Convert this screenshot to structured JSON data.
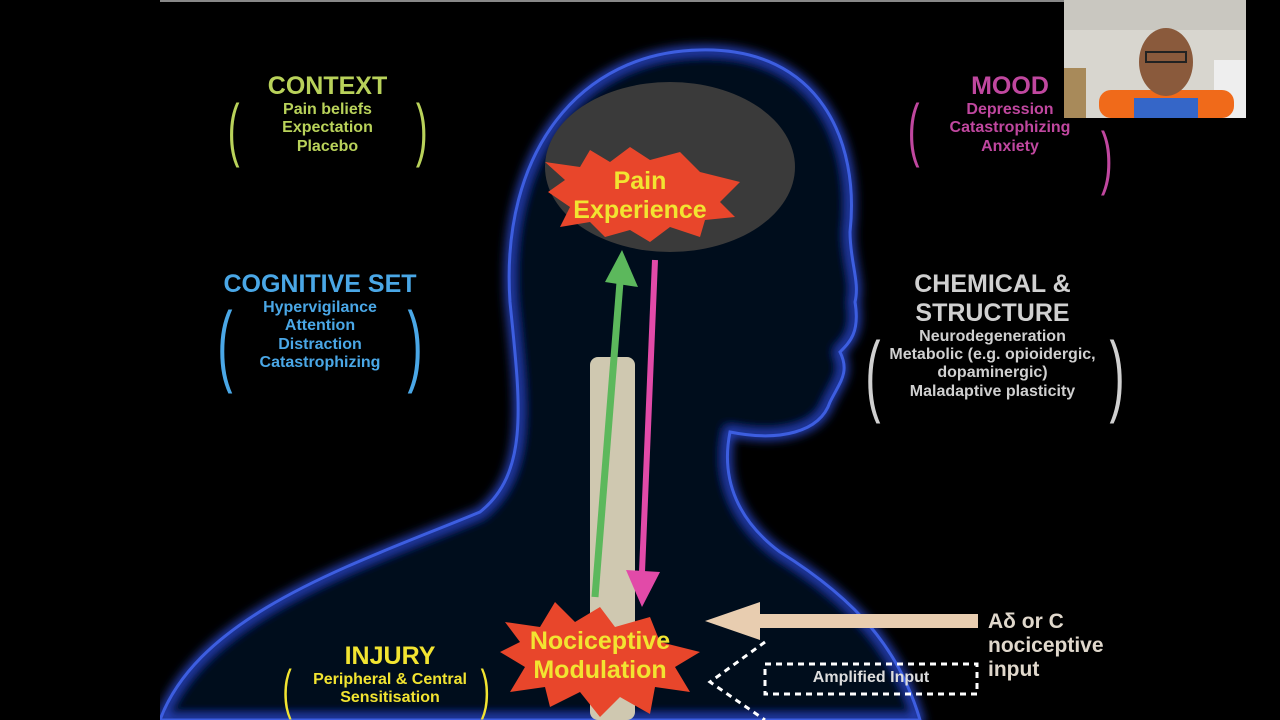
{
  "context": {
    "title": "CONTEXT",
    "items": [
      "Pain beliefs",
      "Expectation",
      "Placebo"
    ],
    "color": "#b9d25a"
  },
  "mood": {
    "title": "MOOD",
    "items": [
      "Depression",
      "Catastrophizing",
      "Anxiety"
    ],
    "color": "#c0479f"
  },
  "cognitive": {
    "title": "COGNITIVE SET",
    "items": [
      "Hypervigilance",
      "Attention",
      "Distraction",
      "Catastrophizing"
    ],
    "color": "#4aa7e6"
  },
  "chemical": {
    "title_line1": "CHEMICAL &",
    "title_line2": "STRUCTURE",
    "items": [
      "Neurodegeneration",
      "Metabolic (e.g. opioidergic,",
      "dopaminergic)",
      "Maladaptive plasticity"
    ],
    "color": "#d0d0d0"
  },
  "injury": {
    "title": "INJURY",
    "items": [
      "Peripheral & Central",
      "Sensitisation"
    ],
    "color": "#f2e431"
  },
  "pain_experience": {
    "line1": "Pain",
    "line2": "Experience"
  },
  "nociceptive_modulation": {
    "line1": "Nociceptive",
    "line2": "Modulation"
  },
  "amplified_input": "Amplified Input",
  "input": {
    "line1": "Aδ or C",
    "line2": "nociceptive",
    "line3": "input"
  },
  "colors": {
    "star": "#e8462b",
    "star_text": "#f2e431",
    "up_arrow": "#5cb85c",
    "down_arrow": "#e24aa8",
    "input_arrow": "#e8cdb0",
    "head": "#2a46c8"
  }
}
